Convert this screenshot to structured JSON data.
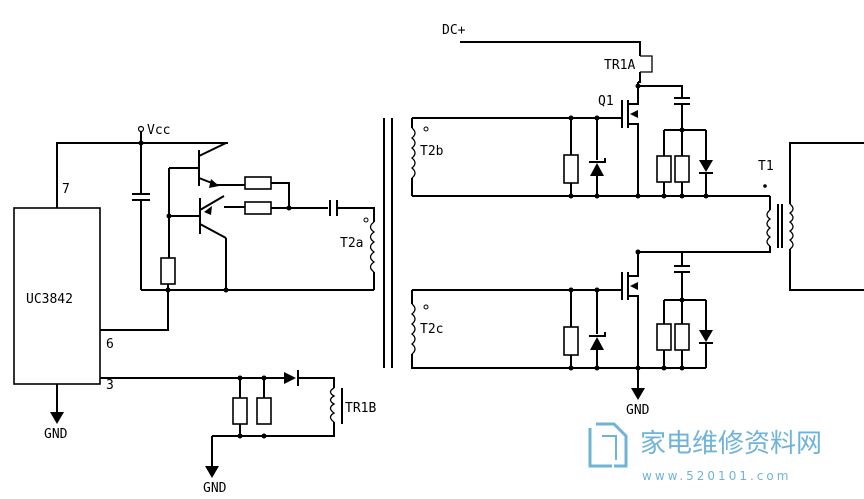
{
  "labels": {
    "ic": "UC3842",
    "pin7": "7",
    "pin6": "6",
    "pin3": "3",
    "vcc": "Vcc",
    "dc_plus": "DC+",
    "tr1a": "TR1A",
    "tr1b": "TR1B",
    "q1": "Q1",
    "t1": "T1",
    "t2a": "T2a",
    "t2b": "T2b",
    "t2c": "T2c",
    "gnd_ic": "GND",
    "gnd_sense": "GND",
    "gnd_power": "GND"
  },
  "watermark": {
    "text": "家电维修资料网",
    "url": "www.520101.com",
    "color": "#6fb3d8"
  }
}
